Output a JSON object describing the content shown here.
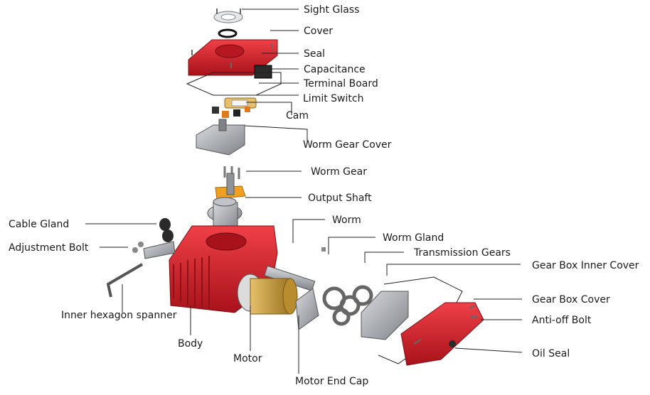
{
  "colors": {
    "housing_red": "#d8202a",
    "housing_dark": "#9c0f16",
    "metal_grey": "#a9acb0",
    "metal_dark": "#6f7378",
    "brass": "#c99a3c",
    "orange_part": "#f0a020"
  },
  "labels": {
    "sight_glass": "Sight Glass",
    "cover": "Cover",
    "seal": "Seal",
    "capacitance": "Capacitance",
    "terminal_board": "Terminal Board",
    "limit_switch": "Limit Switch",
    "cam": "Cam",
    "worm_gear_cover": "Worm Gear Cover",
    "worm_gear": "Worm Gear",
    "output_shaft": "Output Shaft",
    "worm": "Worm",
    "cable_gland": "Cable Gland",
    "adjustment_bolt": "Adjustment Bolt",
    "worm_gland": "Worm Gland",
    "transmission_gears": "Transmission Gears",
    "gear_box_inner_cover": "Gear Box Inner Cover",
    "gear_box_cover": "Gear Box Cover",
    "anti_off_bolt": "Anti-off Bolt",
    "inner_hexagon_spanner": "Inner hexagon spanner",
    "body": "Body",
    "oil_seal": "Oil Seal",
    "motor": "Motor",
    "motor_end_cap": "Motor End Cap"
  }
}
